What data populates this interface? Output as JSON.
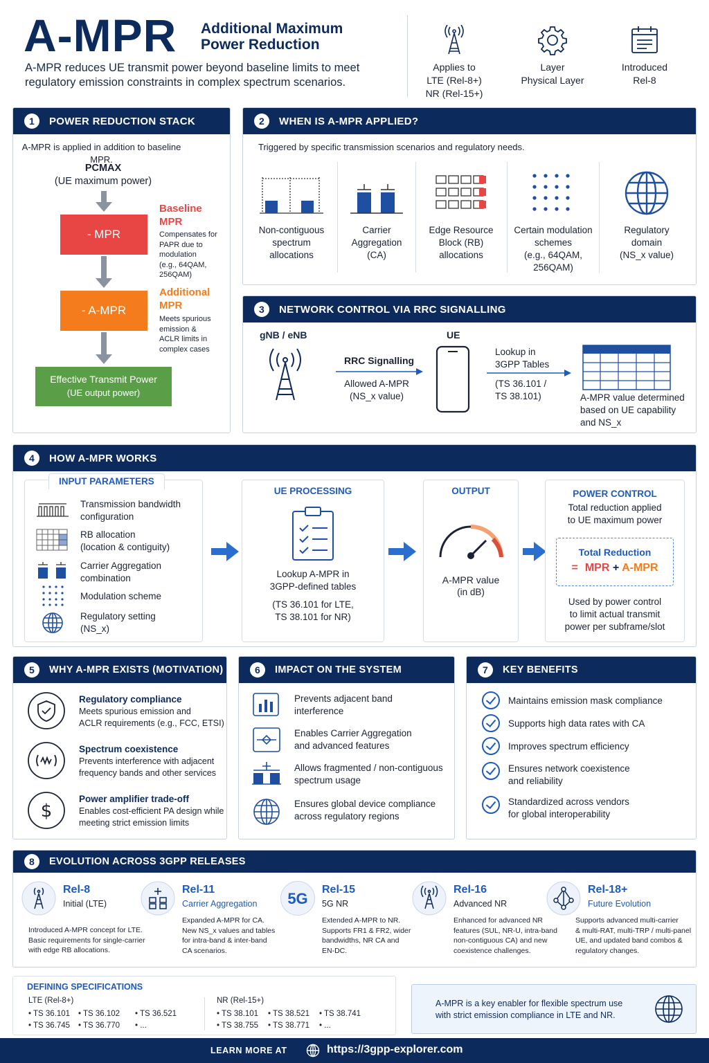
{
  "header": {
    "title": "A-MPR",
    "subtitle_line1": "Additional Maximum",
    "subtitle_line2": "Power Reduction",
    "desc_line1": "A-MPR reduces UE transmit power beyond baseline limits to meet",
    "desc_line2": "regulatory emission constraints in complex spectrum scenarios.",
    "facts": [
      {
        "icon": "antenna-tower-icon",
        "line1": "Applies to",
        "line2": "LTE (Rel-8+)",
        "line3": "NR (Rel-15+)"
      },
      {
        "icon": "gear-icon",
        "line1": "Layer",
        "line2": "Physical Layer"
      },
      {
        "icon": "calendar-icon",
        "line1": "Introduced",
        "line2": "Rel-8"
      }
    ]
  },
  "s1": {
    "num": "1",
    "title": "POWER REDUCTION STACK",
    "intro": "A-MPR is applied in addition to baseline MPR.",
    "pcmax": "PCMAX",
    "pcmax_sub": "(UE maximum power)",
    "mpr_box": "- MPR",
    "mpr_title1": "Baseline",
    "mpr_title2": "MPR",
    "mpr_desc": [
      "Compensates for",
      "PAPR due to",
      "modulation",
      "(e.g., 64QAM,",
      "256QAM)"
    ],
    "ampr_box": "- A-MPR",
    "ampr_title1": "Additional",
    "ampr_title2": "MPR",
    "ampr_desc": [
      "Meets spurious",
      "emission &",
      "ACLR limits in",
      "complex cases"
    ],
    "eff1": "Effective Transmit Power",
    "eff2": "(UE output power)"
  },
  "s2": {
    "num": "2",
    "title": "WHEN IS A-MPR APPLIED?",
    "intro": "Triggered by specific transmission scenarios and regulatory needs.",
    "items": [
      {
        "l1": "Non-contiguous",
        "l2": "spectrum",
        "l3": "allocations"
      },
      {
        "l1": "Carrier",
        "l2": "Aggregation",
        "l3": "(CA)"
      },
      {
        "l1": "Edge Resource",
        "l2": "Block (RB)",
        "l3": "allocations"
      },
      {
        "l1": "Certain modulation",
        "l2": "schemes",
        "l3": "(e.g., 64QAM,",
        "l4": "256QAM)"
      },
      {
        "l1": "Regulatory",
        "l2": "domain",
        "l3": "(NS_x value)"
      }
    ]
  },
  "s3": {
    "num": "3",
    "title": "NETWORK CONTROL VIA RRC SIGNALLING",
    "gnb": "gNB / eNB",
    "rrc": "RRC Signalling",
    "allowed1": "Allowed A-MPR",
    "allowed2": "(NS_x value)",
    "ue": "UE",
    "lookup1": "Lookup in",
    "lookup2": "3GPP Tables",
    "ts1": "(TS 36.101 /",
    "ts2": "TS 38.101)",
    "det1": "A-MPR value determined",
    "det2": "based on UE capability",
    "det3": "and NS_x"
  },
  "s4": {
    "num": "4",
    "title": "HOW A-MPR WORKS",
    "input_title": "INPUT PARAMETERS",
    "inputs": [
      {
        "l1": "Transmission bandwidth",
        "l2": "configuration"
      },
      {
        "l1": "RB allocation",
        "l2": "(location & contiguity)"
      },
      {
        "l1": "Carrier Aggregation",
        "l2": "combination"
      },
      {
        "l1": "Modulation scheme",
        "l2": ""
      },
      {
        "l1": "Regulatory setting",
        "l2": "(NS_x)"
      }
    ],
    "proc_title": "UE PROCESSING",
    "proc1": "Lookup A-MPR in",
    "proc2": "3GPP-defined tables",
    "proc3": "(TS 36.101 for LTE,",
    "proc4": "TS 38.101 for NR)",
    "out_title": "OUTPUT",
    "out1": "A-MPR value",
    "out2": "(in dB)",
    "pc_title": "POWER CONTROL",
    "pc1": "Total reduction applied",
    "pc2": "to UE maximum power",
    "tr_title": "Total Reduction",
    "tr_eq": "=",
    "tr_mpr": "MPR",
    "tr_plus": "+",
    "tr_ampr": "A-MPR",
    "pc3": "Used by power control",
    "pc4": "to limit actual transmit",
    "pc5": "power per subframe/slot"
  },
  "s5": {
    "num": "5",
    "title": "WHY A-MPR EXISTS (MOTIVATION)",
    "items": [
      {
        "icon": "shield-check-icon",
        "t": "Regulatory compliance",
        "d1": "Meets spurious emission and",
        "d2": "ACLR requirements (e.g., FCC, ETSI)"
      },
      {
        "icon": "signal-wave-icon",
        "t": "Spectrum coexistence",
        "d1": "Prevents interference with adjacent",
        "d2": "frequency bands and other services"
      },
      {
        "icon": "dollar-icon",
        "t": "Power amplifier trade-off",
        "d1": "Enables cost-efficient PA design while",
        "d2": "meeting strict emission limits"
      }
    ]
  },
  "s6": {
    "num": "6",
    "title": "IMPACT ON THE SYSTEM",
    "items": [
      {
        "l1": "Prevents adjacent band",
        "l2": "interference"
      },
      {
        "l1": "Enables Carrier Aggregation",
        "l2": "and advanced features"
      },
      {
        "l1": "Allows fragmented / non-contiguous",
        "l2": "spectrum usage"
      },
      {
        "l1": "Ensures global device compliance",
        "l2": "across regulatory regions"
      }
    ]
  },
  "s7": {
    "num": "7",
    "title": "KEY BENEFITS",
    "items": [
      {
        "l1": "Maintains emission mask compliance",
        "l2": ""
      },
      {
        "l1": "Supports high data rates with CA",
        "l2": ""
      },
      {
        "l1": "Improves spectrum efficiency",
        "l2": ""
      },
      {
        "l1": "Ensures network coexistence",
        "l2": "and reliability"
      },
      {
        "l1": "Standardized across vendors",
        "l2": "for global interoperability"
      }
    ]
  },
  "s8": {
    "num": "8",
    "title": "EVOLUTION ACROSS 3GPP RELEASES",
    "rels": [
      {
        "r": "Rel-8",
        "s": "Initial (LTE)",
        "d": [
          "Introduced A-MPR concept for LTE.",
          "Basic requirements for single-carrier",
          "with edge RB allocations."
        ]
      },
      {
        "r": "Rel-11",
        "s": "Carrier Aggregation",
        "d": [
          "Expanded A-MPR for CA.",
          "New NS_x values and tables",
          "for intra-band & inter-band",
          "CA scenarios."
        ]
      },
      {
        "r": "Rel-15",
        "s": "5G NR",
        "badge": "5G",
        "d": [
          "Extended A-MPR to NR.",
          "Supports FR1 & FR2, wider",
          "bandwidths, NR CA and",
          "EN-DC."
        ]
      },
      {
        "r": "Rel-16",
        "s": "Advanced NR",
        "d": [
          "Enhanced for advanced NR",
          "features (SUL, NR-U, intra-band",
          "non-contiguous CA) and new",
          "coexistence challenges."
        ]
      },
      {
        "r": "Rel-18+",
        "s": "Future Evolution",
        "d": [
          "Supports advanced multi-carrier",
          "& multi-RAT, multi-TRP / multi-panel",
          "UE, and updated band combos &",
          "regulatory changes."
        ]
      }
    ]
  },
  "specs": {
    "title": "DEFINING SPECIFICATIONS",
    "lte_label": "LTE (Rel-8+)",
    "lte": [
      "TS 36.101",
      "TS 36.102",
      "TS 36.521",
      "TS 36.745",
      "TS 36.770",
      "..."
    ],
    "nr_label": "NR (Rel-15+)",
    "nr": [
      "TS 38.101",
      "TS 38.521",
      "TS 38.741",
      "TS 38.755",
      "TS 38.771",
      "..."
    ]
  },
  "note": {
    "l1": "A-MPR is a key enabler for flexible spectrum use",
    "l2": "with strict emission compliance in LTE and NR."
  },
  "footer": {
    "label": "LEARN MORE AT",
    "url": "https://3gpp-explorer.com"
  },
  "colors": {
    "navy": "#0d2a5c",
    "blue": "#1d5bbf",
    "red": "#e84545",
    "orange": "#f47c1c",
    "green": "#5a9e47"
  }
}
